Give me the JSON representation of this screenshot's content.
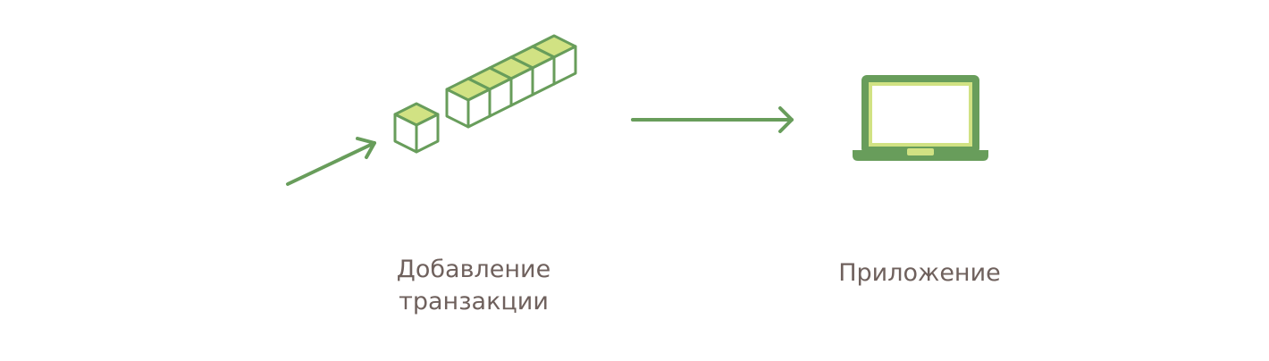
{
  "diagram": {
    "add_transaction_label": {
      "line1": "Добавление",
      "line2": "транзакции"
    },
    "application_label": "Приложение",
    "icons": {
      "incoming": "arrow-icon",
      "single_block": "cube-icon",
      "block_chain": "cube-queue-icon",
      "flow": "arrow-icon",
      "device": "laptop-icon"
    },
    "colors": {
      "stroke": "#689d5b",
      "fill": "#d1e283",
      "screen": "#ffffff",
      "text": "#6f615d"
    }
  }
}
